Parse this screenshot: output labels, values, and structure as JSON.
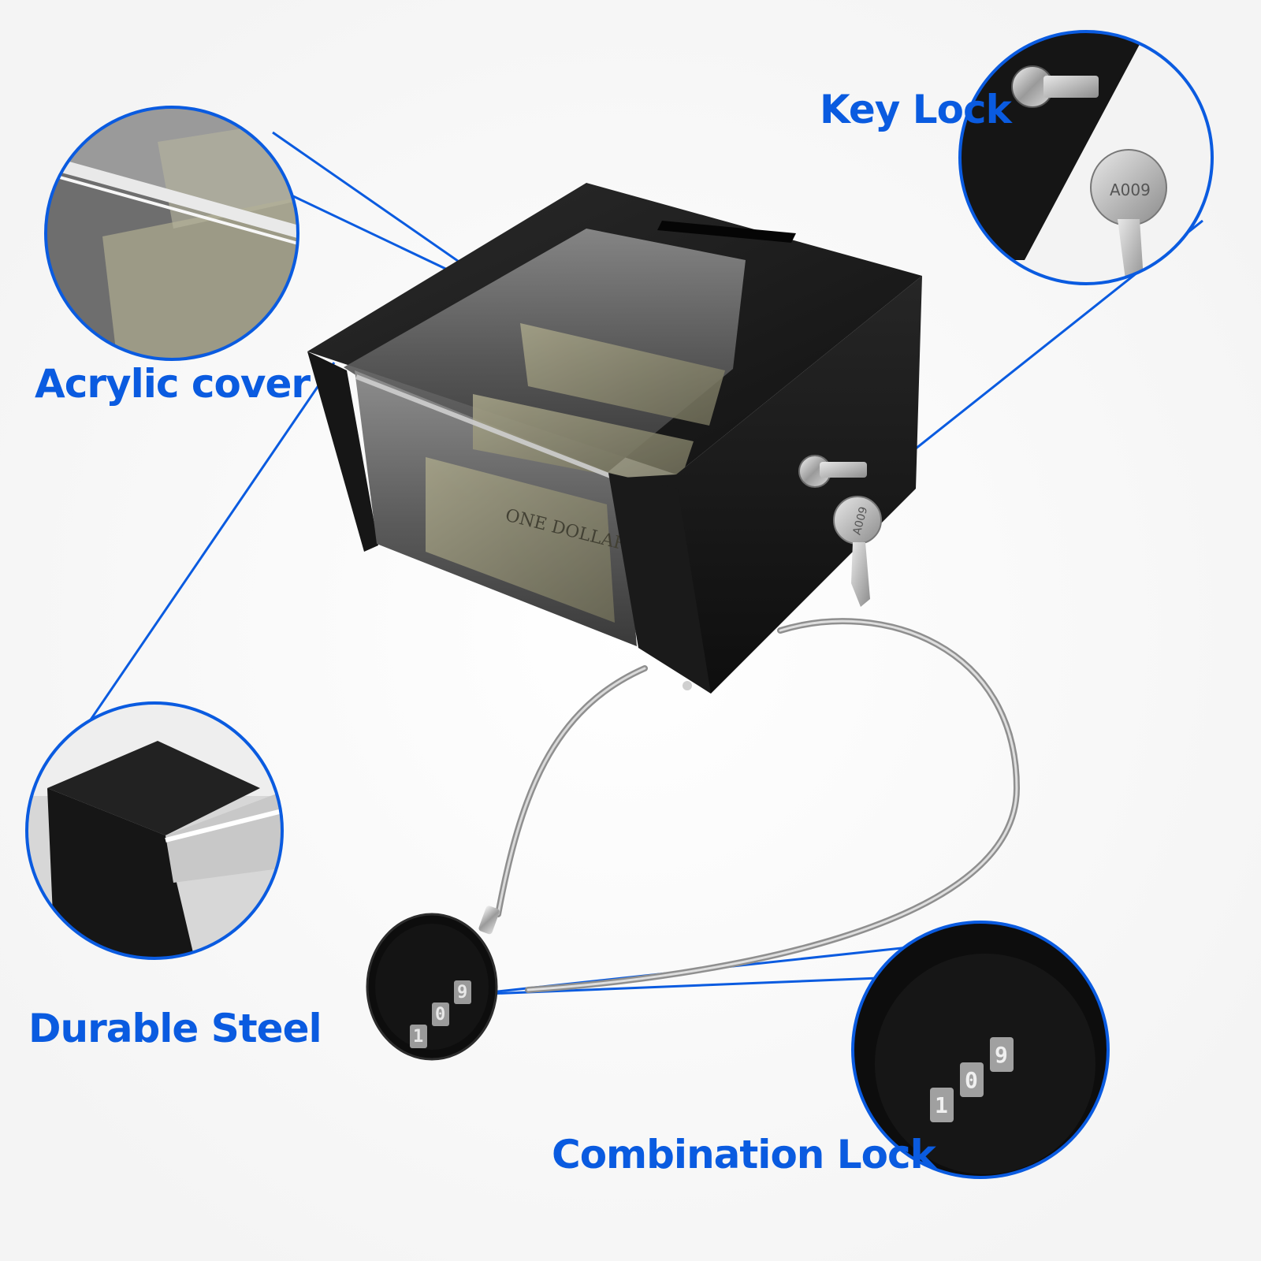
{
  "labels": {
    "acrylic_cover": "Acrylic cover",
    "durable_steel": "Durable Steel",
    "key_lock": "Key Lock",
    "combination_lock": "Combination Lock"
  },
  "key_code": "A009",
  "dial_digits": [
    "1",
    "0",
    "9"
  ],
  "bill_text": "ONE DOLLAR",
  "colors": {
    "accent": "#0a5be0",
    "steel": "#1c1c1c",
    "acrylic": "#6f6f6f",
    "background": "#ffffff"
  }
}
